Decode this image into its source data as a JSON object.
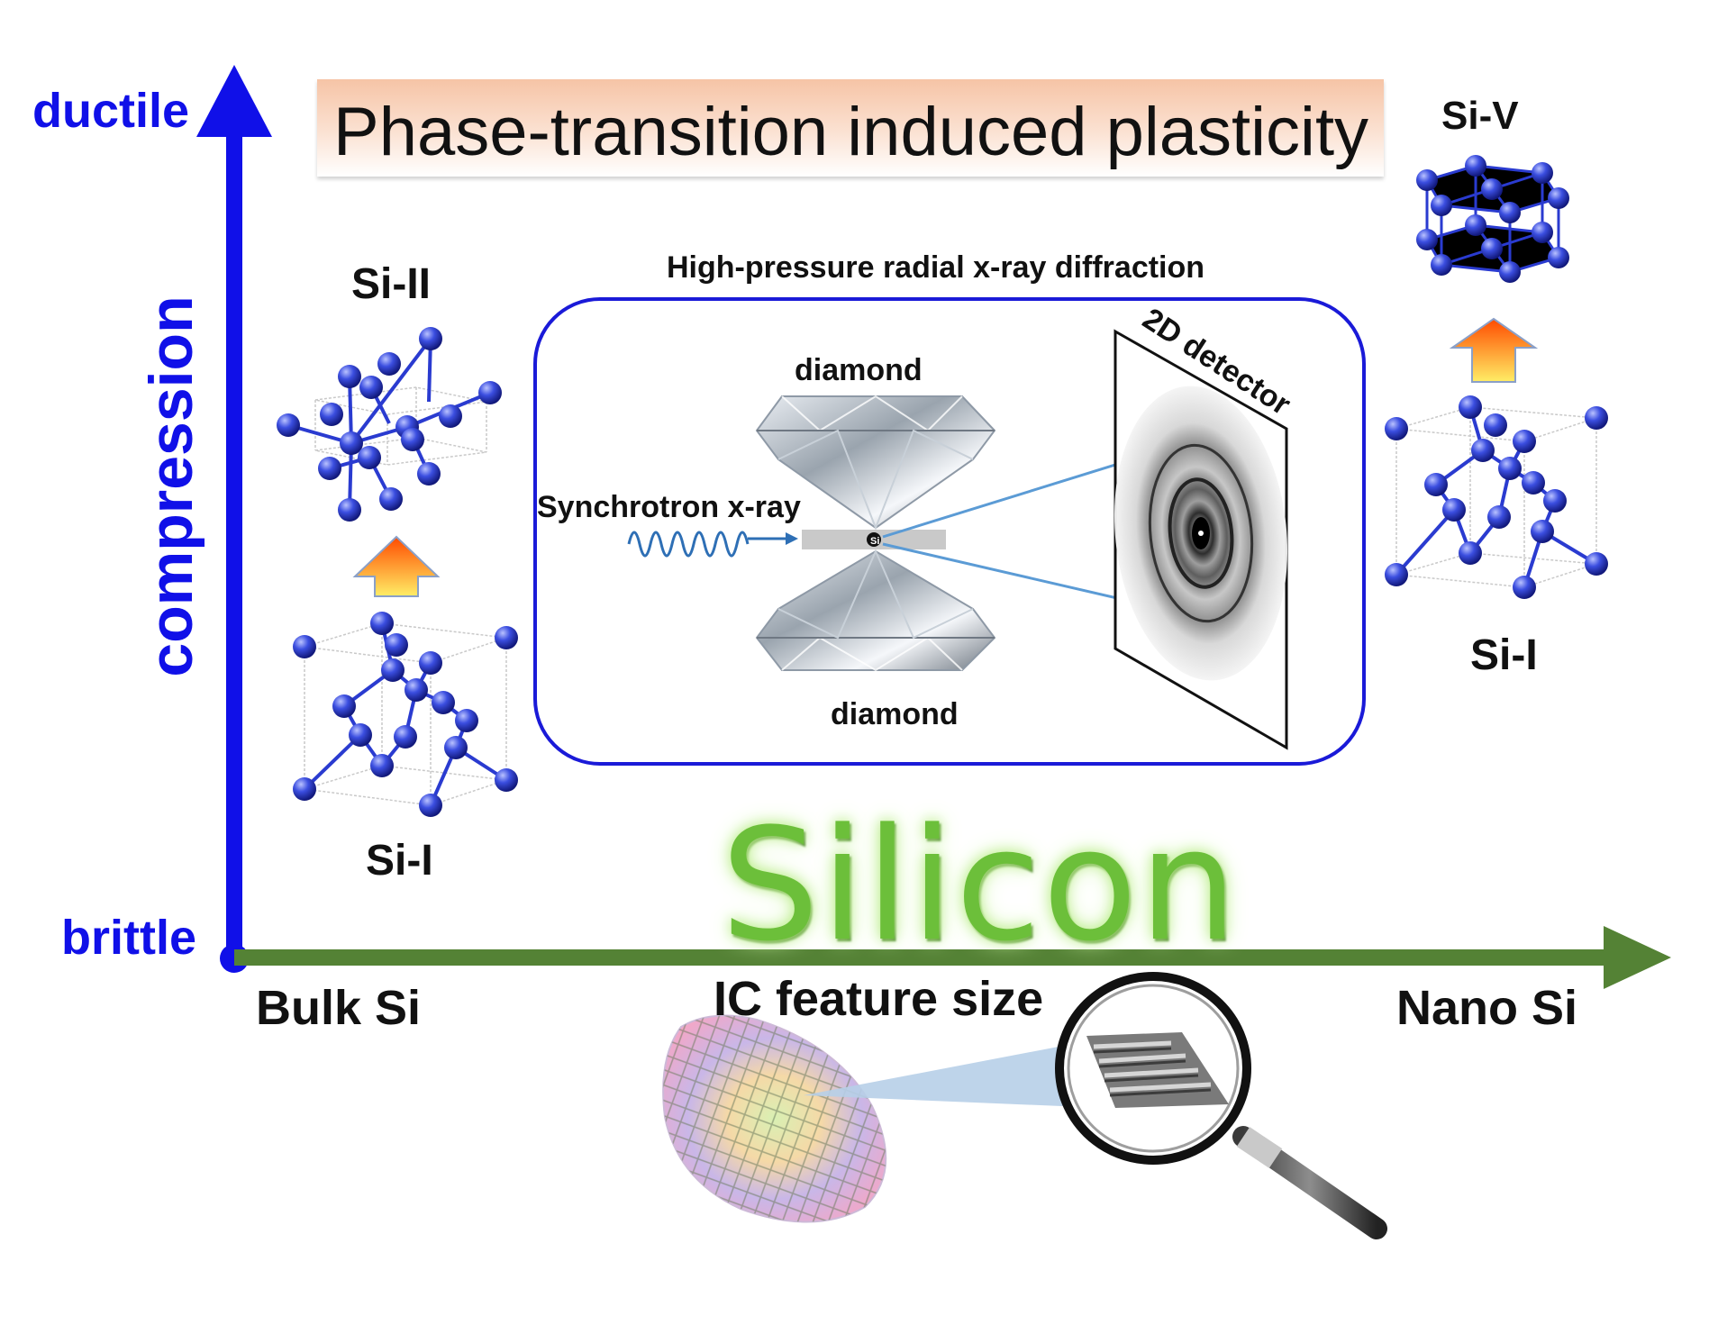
{
  "title": "Phase-transition induced plasticity",
  "y_axis": {
    "label": "compression",
    "top_label": "ductile",
    "bottom_label": "brittle",
    "color": "#1010e8"
  },
  "x_axis": {
    "label": "IC feature size",
    "left_label": "Bulk Si",
    "right_label": "Nano Si",
    "color": "#548235"
  },
  "center_word": "Silicon",
  "experiment": {
    "caption": "High-pressure radial x-ray diffraction",
    "diamond_top": "diamond",
    "diamond_bottom": "diamond",
    "source": "Synchrotron x-ray",
    "sample": "Si",
    "detector": "2D detector"
  },
  "left_structures": {
    "upper": "Si-II",
    "lower": "Si-I"
  },
  "right_structures": {
    "upper": "Si-V",
    "lower": "Si-I"
  },
  "colors": {
    "atom": "#2d3fd8",
    "box_border": "#1a1ad8",
    "beam": "#5b9bd5",
    "arrow_top": "#ff4b00",
    "arrow_bottom": "#ffe95a"
  }
}
